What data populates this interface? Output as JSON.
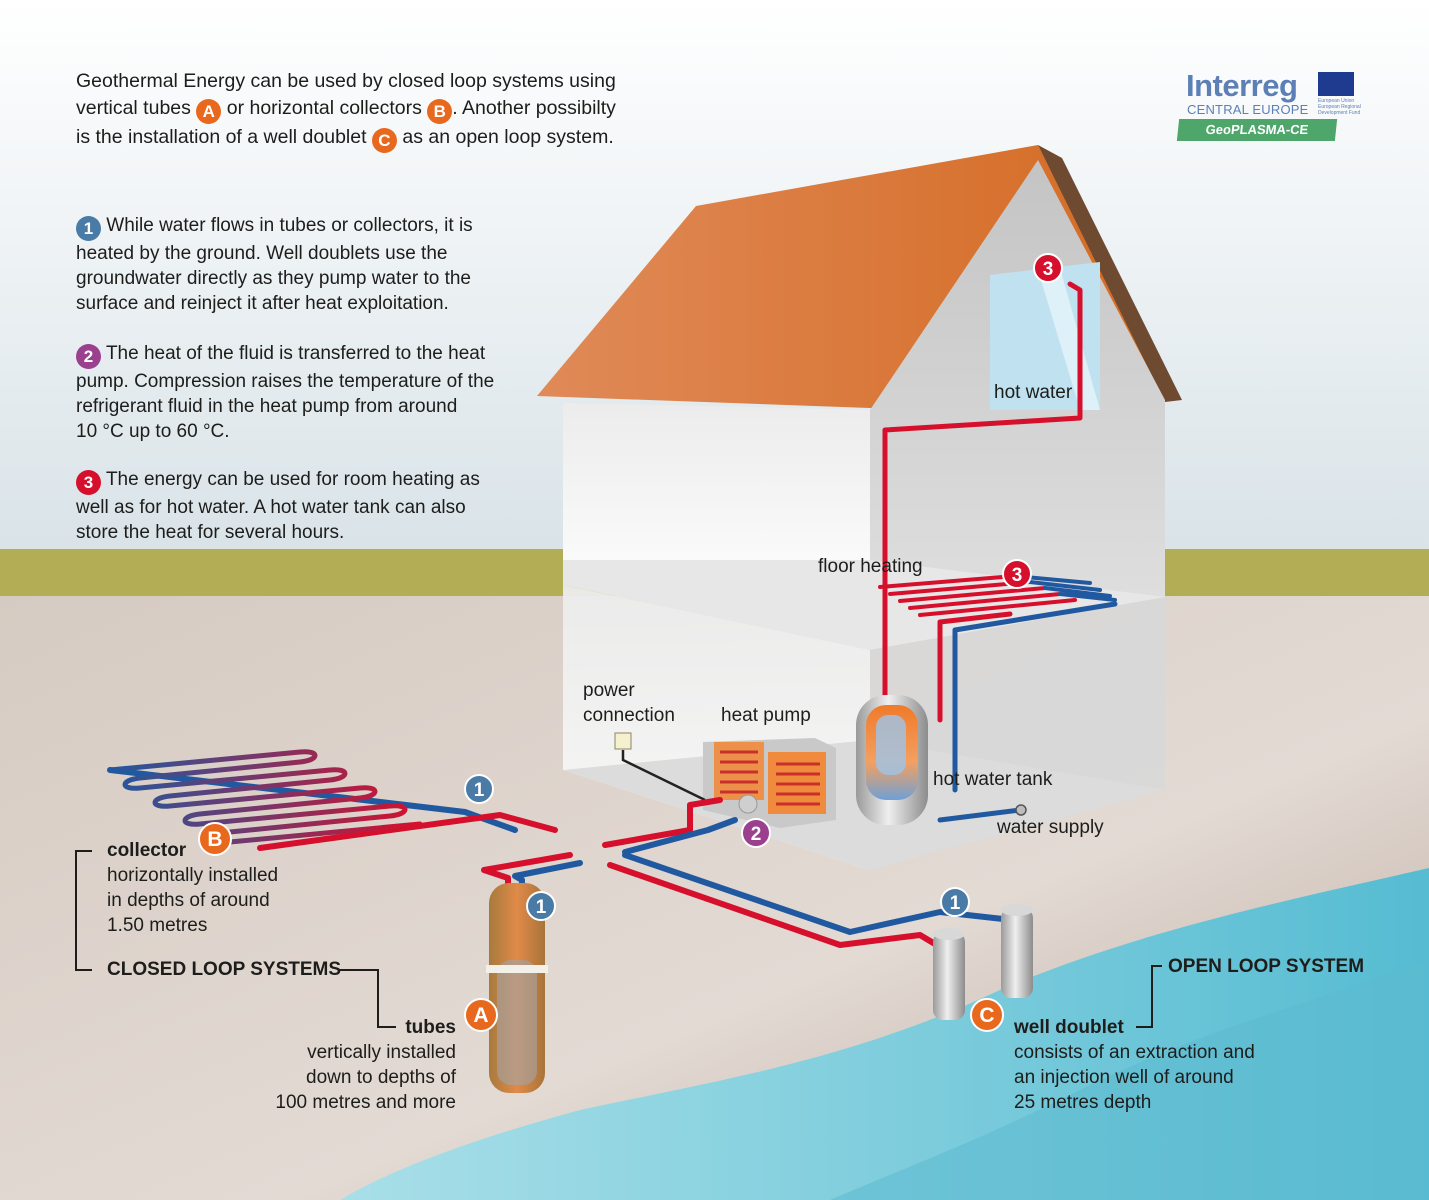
{
  "intro": {
    "line1": "Geothermal Energy can be used by closed loop systems using",
    "line2a": "vertical tubes",
    "line2b": "or horizontal collectors",
    "line2c": ". Another possibilty",
    "line3a": "is the installation of a well doublet",
    "line3b": "as an open loop system."
  },
  "markers": {
    "a": "A",
    "b": "B",
    "c": "C",
    "one": "1",
    "two": "2",
    "three": "3"
  },
  "steps": [
    {
      "lines": [
        "While water flows in tubes or collectors, it is",
        "heated by the ground. Well doublets use the",
        "groundwater directly as they pump water to the",
        "surface and reinject it after heat exploitation."
      ]
    },
    {
      "lines": [
        "The heat of the fluid is transferred to the heat",
        "pump. Compression raises the temperature of the",
        "refrigerant fluid in the heat pump from around",
        "10 °C up to 60 °C."
      ]
    },
    {
      "lines": [
        "The energy can be used for room heating as",
        "well as for hot water. A hot water tank can also",
        "store the heat for several hours."
      ]
    }
  ],
  "labels": {
    "hot_water": "hot water",
    "floor_heating": "floor heating",
    "power_connection_1": "power",
    "power_connection_2": "connection",
    "heat_pump": "heat pump",
    "hot_water_tank": "hot water tank",
    "water_supply": "water supply"
  },
  "collector": {
    "title": "collector",
    "lines": [
      "horizontally installed",
      "in depths of around",
      "1.50 metres"
    ]
  },
  "closed_loop": "CLOSED LOOP SYSTEMS",
  "tubes": {
    "title": "tubes",
    "lines": [
      "vertically installed",
      "down to depths of",
      "100 metres and more"
    ]
  },
  "open_loop": "OPEN LOOP SYSTEM",
  "well_doublet": {
    "title": "well doublet",
    "lines": [
      "consists of an extraction and",
      "an injection well of around",
      "25 metres depth"
    ]
  },
  "logo": {
    "title": "Interreg",
    "subtitle": "CENTRAL EUROPE",
    "eu_text": "European Union European Regional Development Fund",
    "project": "GeoPLASMA-CE"
  },
  "colors": {
    "sky": "#e4ebee",
    "grass": "#b3ad55",
    "soil": "#c9b9ad",
    "water": "#6cc4d7",
    "roof": "#e07a3b",
    "hot_pipe": "#d6102c",
    "cold_pipe": "#2159a0",
    "orange": "#e8681e",
    "blue": "#4a7ba7",
    "purple": "#9b3f8f",
    "red": "#d6102c"
  }
}
